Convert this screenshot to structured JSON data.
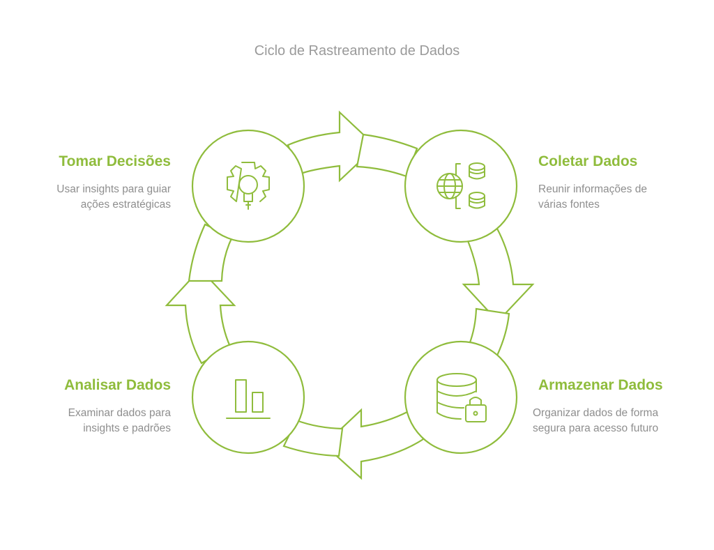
{
  "diagram": {
    "title": "Ciclo de Rastreamento de Dados",
    "accent_color": "#8fbc3c",
    "stages": [
      {
        "id": "coletar",
        "icon": "globe-database-icon",
        "heading": "Coletar Dados",
        "description_line1": "Reunir informações de",
        "description_line2": "várias fontes"
      },
      {
        "id": "armazenar",
        "icon": "database-lock-icon",
        "heading": "Armazenar Dados",
        "description_line1": "Organizar dados de forma",
        "description_line2": "segura para acesso futuro"
      },
      {
        "id": "analisar",
        "icon": "bar-chart-icon",
        "heading": "Analisar Dados",
        "description_line1": "Examinar dados para",
        "description_line2": "insights e padrões"
      },
      {
        "id": "tomar",
        "icon": "gear-lightbulb-icon",
        "heading": "Tomar Decisões",
        "description_line1": "Usar insights para guiar",
        "description_line2": "ações estratégicas"
      }
    ]
  }
}
